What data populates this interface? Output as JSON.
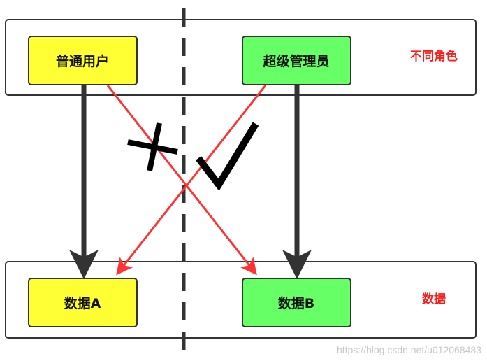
{
  "roles": {
    "group_label": "不同角色",
    "normal_user": "普通用户",
    "super_admin": "超级管理员"
  },
  "data": {
    "group_label": "数据",
    "data_a": "数据A",
    "data_b": "数据B"
  },
  "marks": {
    "denied": "cross",
    "allowed": "check"
  },
  "watermark": "https://blog.csdn.net/u012068483",
  "colors": {
    "yellow": "#ffff33",
    "green": "#66ff66",
    "red": "#ff3333",
    "dark": "#333333"
  }
}
